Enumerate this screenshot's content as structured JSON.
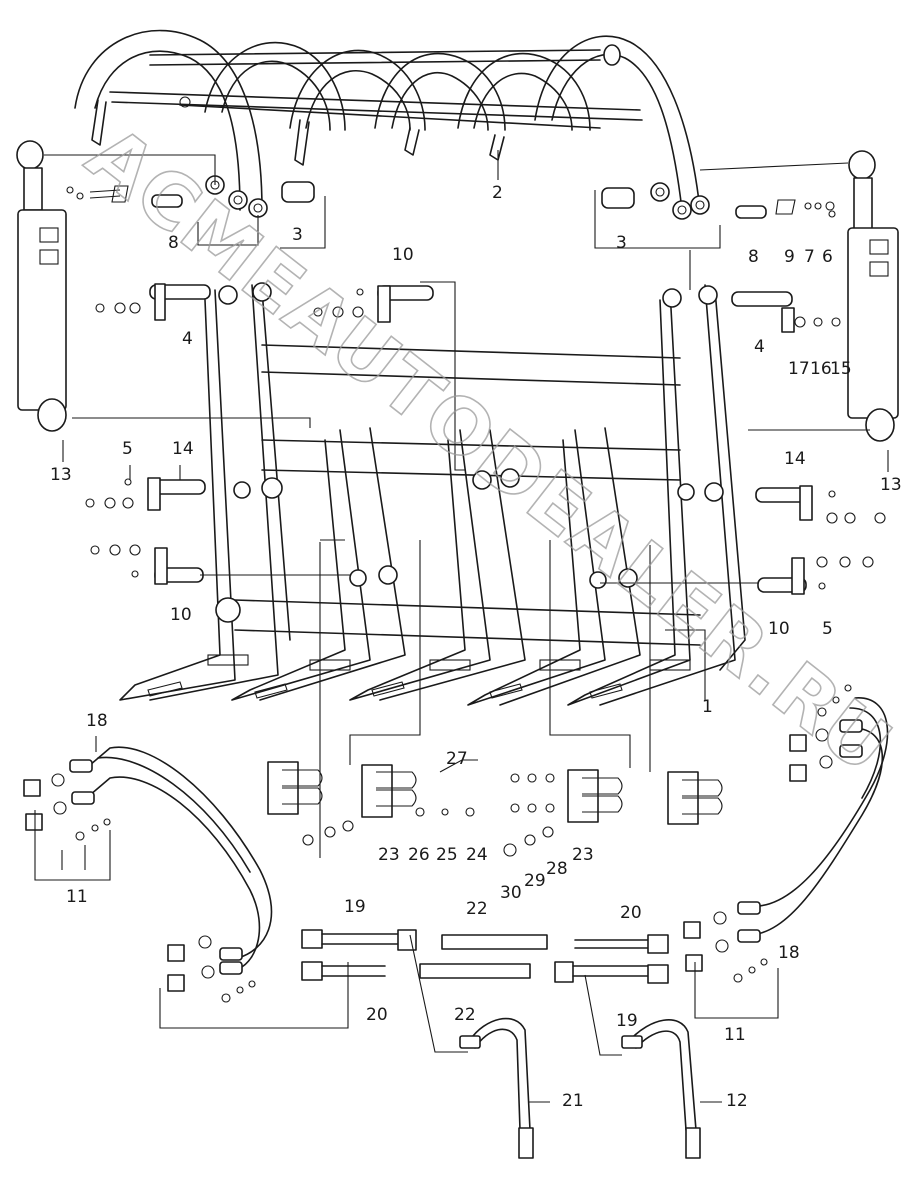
{
  "watermark": "ACMEAUTODEALER.RU",
  "callouts": [
    {
      "text": "2"
    },
    {
      "text": "3"
    },
    {
      "text": "3"
    },
    {
      "text": "8"
    },
    {
      "text": "8"
    },
    {
      "text": "9"
    },
    {
      "text": "7"
    },
    {
      "text": "6"
    },
    {
      "text": "4"
    },
    {
      "text": "4"
    },
    {
      "text": "10"
    },
    {
      "text": "17"
    },
    {
      "text": "16"
    },
    {
      "text": "15"
    },
    {
      "text": "13"
    },
    {
      "text": "13"
    },
    {
      "text": "5"
    },
    {
      "text": "14"
    },
    {
      "text": "14"
    },
    {
      "text": "10"
    },
    {
      "text": "10"
    },
    {
      "text": "5"
    },
    {
      "text": "1"
    },
    {
      "text": "18"
    },
    {
      "text": "27"
    },
    {
      "text": "11"
    },
    {
      "text": "23"
    },
    {
      "text": "26"
    },
    {
      "text": "25"
    },
    {
      "text": "24"
    },
    {
      "text": "30"
    },
    {
      "text": "29"
    },
    {
      "text": "28"
    },
    {
      "text": "23"
    },
    {
      "text": "18"
    },
    {
      "text": "19"
    },
    {
      "text": "22"
    },
    {
      "text": "20"
    },
    {
      "text": "20"
    },
    {
      "text": "22"
    },
    {
      "text": "19"
    },
    {
      "text": "11"
    },
    {
      "text": "21"
    },
    {
      "text": "12"
    }
  ]
}
